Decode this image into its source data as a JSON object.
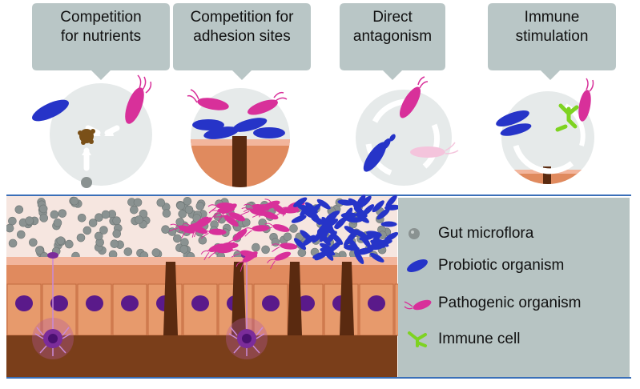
{
  "mechanisms": [
    {
      "line1": "Competition",
      "line2": "for nutrients"
    },
    {
      "line1": "Competition for",
      "line2": "adhesion sites"
    },
    {
      "line1": "Direct",
      "line2": "antagonism"
    },
    {
      "line1": "Immune",
      "line2": "stimulation"
    }
  ],
  "legend": [
    {
      "label": "Gut microflora",
      "icon": "gray-sphere-icon"
    },
    {
      "label": "Probiotic organism",
      "icon": "blue-capsule-icon"
    },
    {
      "label": "Pathogenic organism",
      "icon": "magenta-flagellated-bacterium-icon"
    },
    {
      "label": "Immune cell",
      "icon": "green-y-shaped-cell-icon"
    }
  ],
  "colors": {
    "callout_fill": "#b9c6c6",
    "legend_fill": "#b7c4c3",
    "probiotic": "#2634c8",
    "pathogen": "#d8309a",
    "microflora": "#8a9291",
    "immune": "#7ed321",
    "epithelium": "#e08a5e",
    "lamina": "#7a3e1a",
    "nucleus": "#5a1a8a",
    "mucus": "#f2b59c"
  }
}
